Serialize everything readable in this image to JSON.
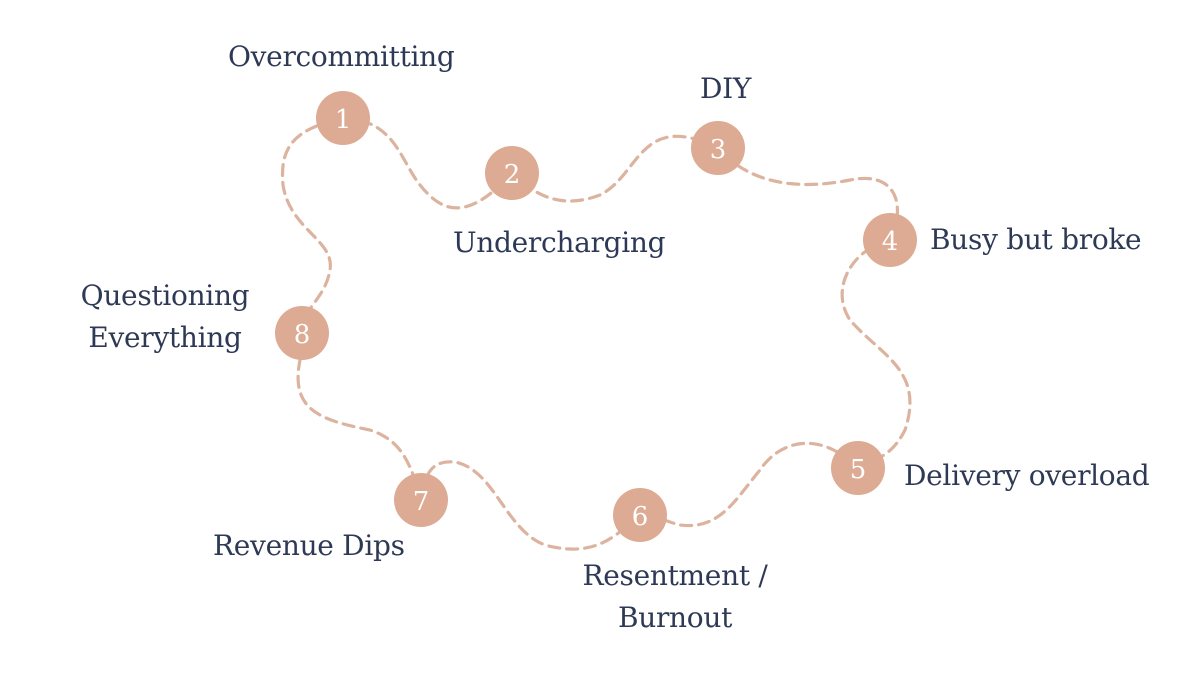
{
  "colors": {
    "node_fill": "#ddaa93",
    "path_stroke": "#dcb39e",
    "label_text": "#2e3a55",
    "number_text": "#ffffff",
    "background": "#ffffff"
  },
  "steps": [
    {
      "number": "1",
      "label": "Overcommitting"
    },
    {
      "number": "2",
      "label": "Undercharging"
    },
    {
      "number": "3",
      "label": "DIY"
    },
    {
      "number": "4",
      "label": "Busy but broke"
    },
    {
      "number": "5",
      "label": "Delivery overload"
    },
    {
      "number": "6",
      "label_line1": "Resentment /",
      "label_line2": "Burnout"
    },
    {
      "number": "7",
      "label": "Revenue Dips"
    },
    {
      "number": "8",
      "label_line1": "Questioning",
      "label_line2": "Everything"
    }
  ]
}
